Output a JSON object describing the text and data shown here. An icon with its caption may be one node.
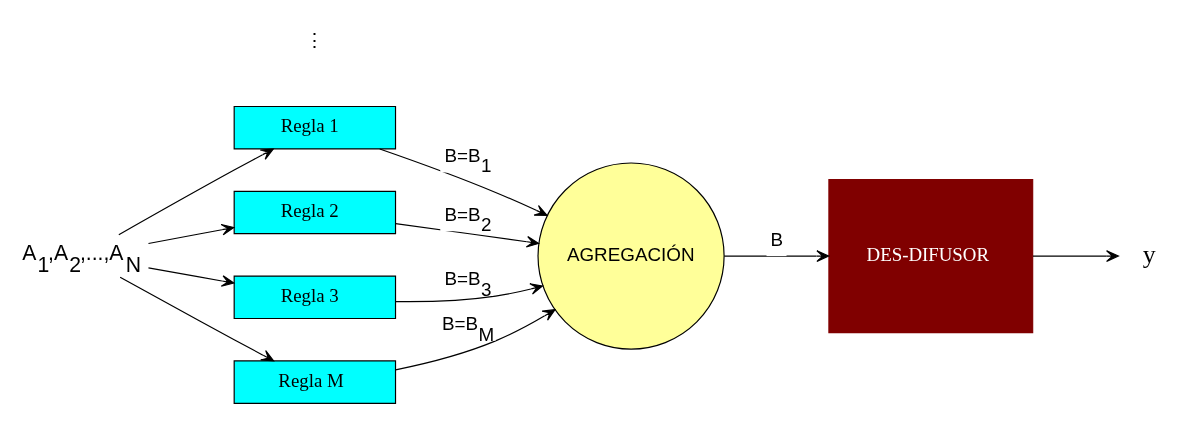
{
  "diagram": {
    "nodes": [
      {
        "text": [
          "A$_{1}$,A$_{2}$,...,A$_{N}$"
        ]
      },
      {
        "text": [
          "Regla 1"
        ]
      },
      {
        "text": [
          "Regla 2"
        ]
      },
      {
        "text": [
          "Regla 3"
        ]
      },
      {
        "text": [
          "Regla M"
        ]
      },
      {
        "text": [
          "AGREGACIÓN"
        ]
      },
      {
        "text": [
          "DES-DIFUSOR"
        ]
      },
      {
        "text": [
          "y"
        ]
      }
    ],
    "edges": [
      {
        "from": 0,
        "to": 1,
        "arrow": "to"
      },
      {
        "from": 0,
        "to": 2,
        "arrow": "to"
      },
      {
        "from": 0,
        "to": 3,
        "arrow": "to"
      },
      {
        "from": 0,
        "to": 4,
        "arrow": "to"
      },
      {
        "from": 1,
        "to": 5,
        "arrow": "to",
        "label": "B=B$_{1}$"
      },
      {
        "from": 2,
        "to": 5,
        "arrow": "to",
        "label": "B=B$_{2}$"
      },
      {
        "from": 3,
        "to": 5,
        "arrow": "to",
        "label": "B=B$_{3}$"
      },
      {
        "from": 4,
        "to": 5,
        "arrow": "to",
        "label": "B=B$_{M}$"
      },
      {
        "from": 5,
        "to": 6,
        "arrow": "to",
        "label": "B"
      },
      {
        "from": 6,
        "to": 7,
        "arrow": "to"
      }
    ],
    "labels": [
      "⋮"
    ]
  }
}
